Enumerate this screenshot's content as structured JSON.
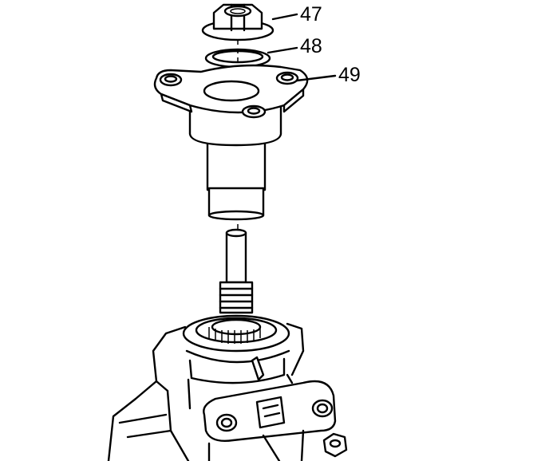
{
  "callouts": [
    {
      "number": "47",
      "part": "nut"
    },
    {
      "number": "48",
      "part": "seal-ring"
    },
    {
      "number": "49",
      "part": "sensor-housing"
    }
  ],
  "colors": {
    "ink": "#000000",
    "paper": "#ffffff"
  }
}
